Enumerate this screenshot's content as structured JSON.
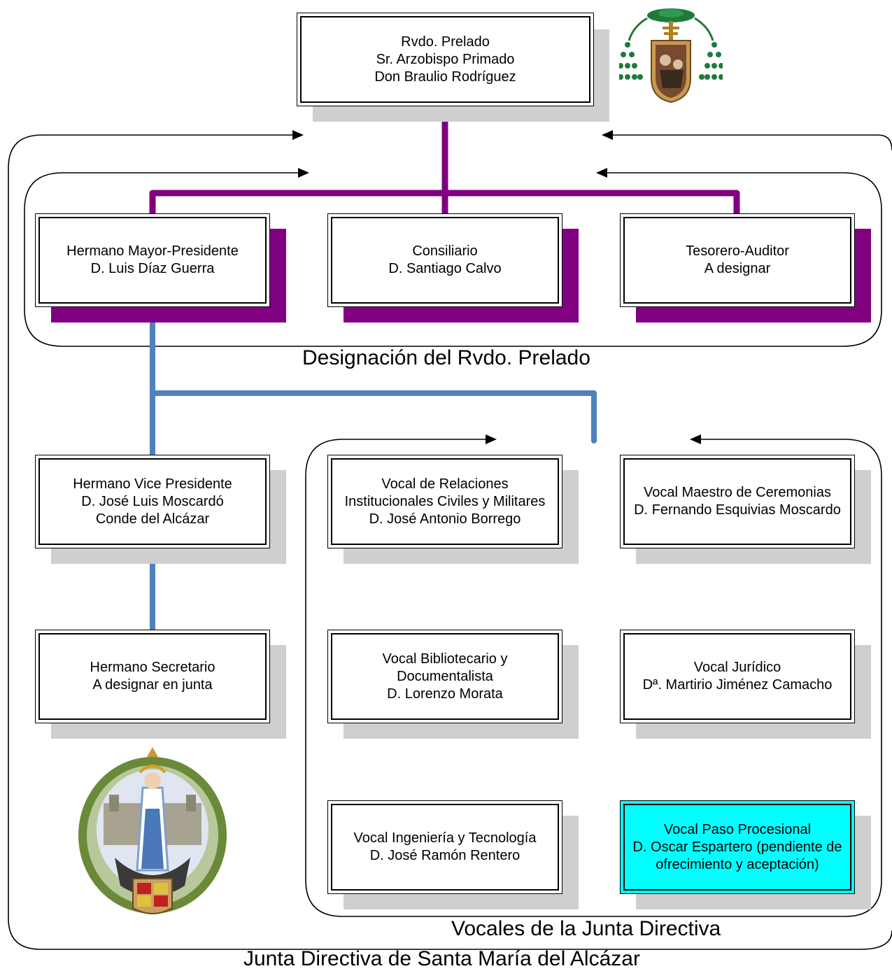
{
  "colors": {
    "purple": "#800080",
    "blue": "#4f81bd",
    "highlight": "#00ffff",
    "shadow": "#cfcfcf"
  },
  "emblems": {
    "top": "archbishop-coat-of-arms",
    "bottom": "brotherhood-emblem-santa-maria-del-alcazar"
  },
  "prelate": {
    "line1": "Rvdo. Prelado",
    "line2": "Sr. Arzobispo Primado",
    "line3": "Don Braulio Rodríguez"
  },
  "president": {
    "line1": "Hermano Mayor-Presidente",
    "line2": "D. Luis Díaz Guerra"
  },
  "counsel": {
    "line1": "Consiliario",
    "line2": "D. Santiago Calvo"
  },
  "treasurer": {
    "line1": "Tesorero-Auditor",
    "line2": "A designar"
  },
  "vice_president": {
    "line1": "Hermano Vice Presidente",
    "line2": "D. José Luis Moscardó",
    "line3": "Conde del Alcázar"
  },
  "secretary": {
    "line1": "Hermano Secretario",
    "line2": "A designar en junta"
  },
  "vocal_relations": {
    "line1": "Vocal de Relaciones",
    "line2": "Institucionales Civiles y Militares",
    "line3": "D. José Antonio Borrego"
  },
  "vocal_ceremonies": {
    "line1": "Vocal Maestro de Ceremonias",
    "line2": "D. Fernando Esquivias Moscardo"
  },
  "vocal_library": {
    "line1": "Vocal Bibliotecario y",
    "line2": "Documentalista",
    "line3": "D. Lorenzo Morata"
  },
  "vocal_legal": {
    "line1": "Vocal Jurídico",
    "line2": "Dª. Martirio Jiménez Camacho"
  },
  "vocal_engineering": {
    "line1": "Vocal Ingeniería y Tecnología",
    "line2": "D. José Ramón Rentero"
  },
  "vocal_procession": {
    "line1": "Vocal Paso Procesional",
    "line2": "D. Oscar Espartero (pendiente de",
    "line3": "ofrecimiento y aceptación)"
  },
  "captions": {
    "designation": "Designación del Rvdo. Prelado",
    "vocales": "Vocales de la Junta Directiva",
    "junta": "Junta Directiva de Santa María del Alcázar"
  }
}
